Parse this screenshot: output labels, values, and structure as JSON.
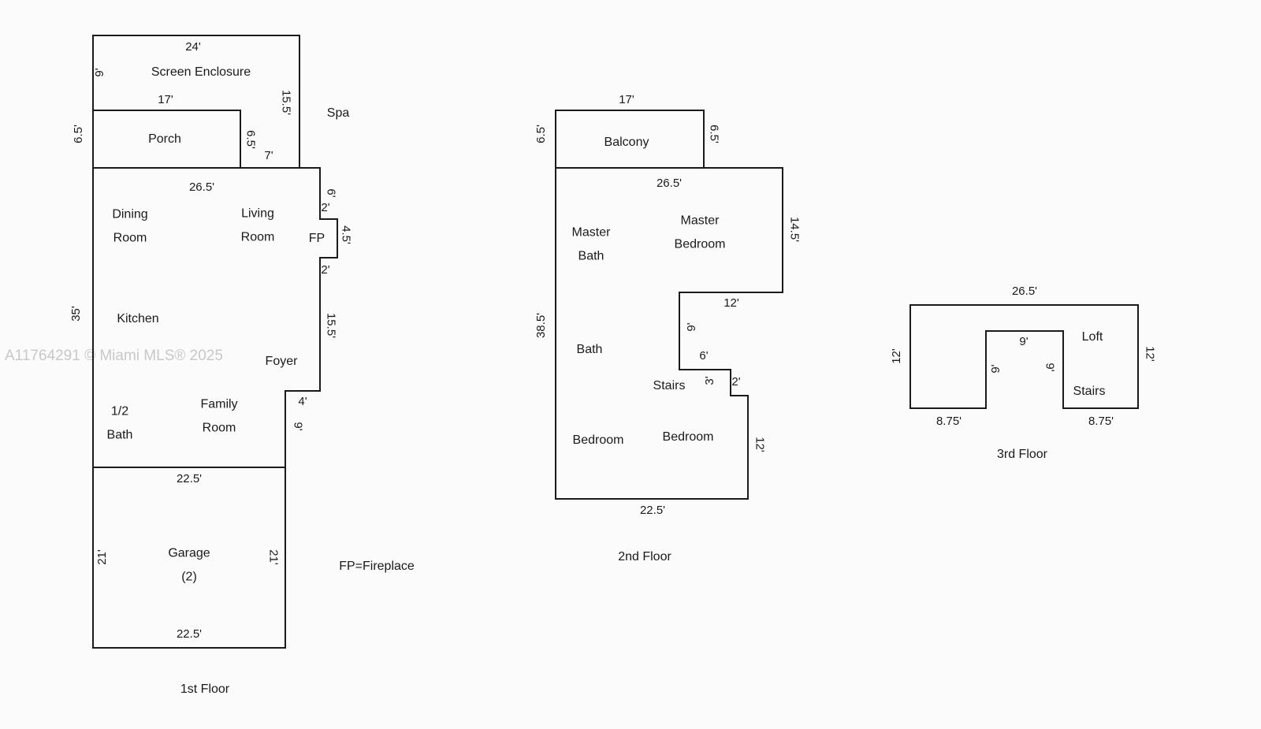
{
  "watermark": "A11764291 © Miami MLS® 2025",
  "legend_fp": "FP=Fireplace",
  "floor1": {
    "caption": "1st Floor",
    "rooms": {
      "screen_enclosure": "Screen Enclosure",
      "spa": "Spa",
      "porch": "Porch",
      "dining": "Dining\nRoom",
      "living": "Living\nRoom",
      "fp": "FP",
      "kitchen": "Kitchen",
      "foyer": "Foyer",
      "half_bath": "1/2\nBath",
      "family": "Family\nRoom",
      "garage": "Garage\n(2)"
    },
    "dims": {
      "enclosure_top": "24'",
      "enclosure_left": "9'",
      "enclosure_right": "15.5'",
      "porch_top": "17'",
      "porch_left": "6.5'",
      "porch_right": "6.5'",
      "enclosure_strip": "7'",
      "main_top": "26.5'",
      "main_left": "35'",
      "right_upper": "6'",
      "fp_top": "2'",
      "fp_side": "4.5'",
      "fp_bottom": "2'",
      "right_lower": "15.5'",
      "foyer_step_top": "4'",
      "foyer_step_side": "9'",
      "garage_top": "22.5'",
      "garage_left": "21'",
      "garage_right": "21'",
      "garage_bottom": "22.5'"
    }
  },
  "floor2": {
    "caption": "2nd Floor",
    "rooms": {
      "balcony": "Balcony",
      "master_bath": "Master\nBath",
      "master_bedroom": "Master\nBedroom",
      "bath": "Bath",
      "stairs": "Stairs",
      "bedroom_left": "Bedroom",
      "bedroom_right": "Bedroom"
    },
    "dims": {
      "balcony_top": "17'",
      "balcony_left": "6.5'",
      "balcony_right": "6.5'",
      "main_top": "26.5'",
      "main_left": "38.5'",
      "right_upper": "14.5'",
      "step_12": "12'",
      "step_9": "9'",
      "step_6": "6'",
      "step_3": "3'",
      "step_2": "2'",
      "right_lower": "12'",
      "bottom": "22.5'"
    }
  },
  "floor3": {
    "caption": "3rd Floor",
    "rooms": {
      "loft": "Loft",
      "stairs": "Stairs"
    },
    "dims": {
      "top": "26.5'",
      "left": "12'",
      "right": "12'",
      "notch_top": "9'",
      "notch_left": "9'",
      "notch_right": "9'",
      "bottom_left": "8.75'",
      "bottom_right": "8.75'"
    }
  }
}
